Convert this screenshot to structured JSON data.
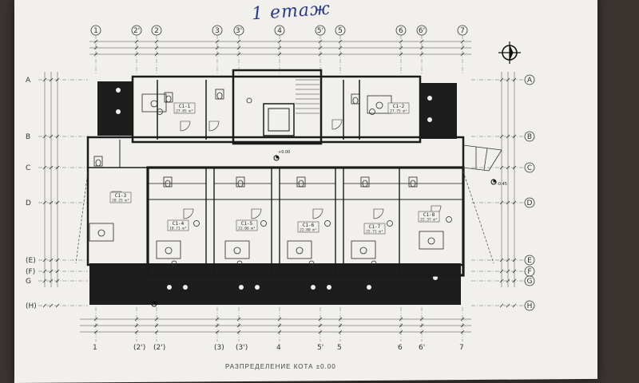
{
  "title_handwritten": "1 етаж",
  "caption": "РАЗПРЕДЕЛЕНИЕ КОТА ±0.00",
  "level_mark": "+0.00",
  "level_mark_exterior": "-0.45",
  "axes_columns": [
    "1",
    "2'",
    "2",
    "3",
    "3'",
    "4",
    "5'",
    "5",
    "6",
    "6'",
    "7"
  ],
  "axes_columns_bottom": [
    "1",
    "(2')",
    "(2')",
    "(3)",
    "(3')",
    "4",
    "5'",
    "5",
    "6",
    "6'",
    "7"
  ],
  "axes_rows": [
    "A",
    "B",
    "C",
    "D",
    "E",
    "F",
    "G",
    "H"
  ],
  "axes_rows_left": [
    "A",
    "B",
    "C",
    "D",
    "(E)",
    "(F)",
    "G",
    "(H)"
  ],
  "rooms": [
    {
      "label": "С1-1",
      "area": "27.85 m²"
    },
    {
      "label": "С1-2",
      "area": "27.75 m²"
    },
    {
      "label": "С1-3",
      "area": "28.25 m²"
    },
    {
      "label": "С1-4",
      "area": "18.71 m²"
    },
    {
      "label": "С1-5",
      "area": "22.06 m²"
    },
    {
      "label": "С1-6",
      "area": "22.80 m²"
    },
    {
      "label": "С1-7",
      "area": "22.71 m²"
    },
    {
      "label": "С1-8",
      "area": "22.37 m²"
    }
  ],
  "colors": {
    "ink": "#1b1b1b",
    "paper": "#f1f0ec",
    "pen": "#2b3a86",
    "table": "#3a3431"
  }
}
